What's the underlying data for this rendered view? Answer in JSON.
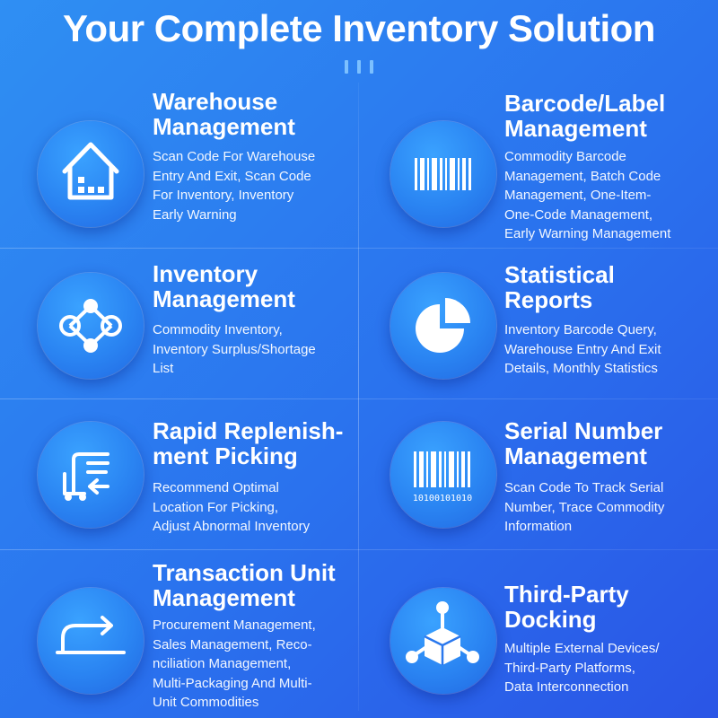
{
  "header": {
    "title": "Your Complete Inventory Solution"
  },
  "features": [
    {
      "title": "Warehouse\nManagement",
      "description": "Scan Code For Warehouse\nEntry And Exit, Scan Code\nFor Inventory, Inventory\nEarly Warning",
      "icon": "warehouse-icon"
    },
    {
      "title": "Barcode/Label\nManagement",
      "description": "Commodity Barcode\nManagement, Batch Code\nManagement, One-Item-\nOne-Code Management,\nEarly Warning Management",
      "icon": "barcode-icon"
    },
    {
      "title": "Inventory\nManagement",
      "description": "Commodity Inventory,\nInventory Surplus/Shortage\nList",
      "icon": "network-nodes-icon"
    },
    {
      "title": "Statistical\nReports",
      "description": "Inventory Barcode Query,\nWarehouse Entry And Exit\nDetails, Monthly Statistics",
      "icon": "pie-chart-icon"
    },
    {
      "title": "Rapid Replenish-\nment Picking",
      "description": "Recommend Optimal\nLocation For Picking,\nAdjust Abnormal Inventory",
      "icon": "picking-cart-icon"
    },
    {
      "title": "Serial Number\nManagement",
      "description": "Scan Code To Track Serial\nNumber, Trace Commodity\nInformation",
      "icon": "serial-barcode-icon",
      "icon_text": "10100101010"
    },
    {
      "title": "Transaction Unit\nManagement",
      "description": "Procurement Management,\nSales Management, Reco-\nnciliation Management,\nMulti-Packaging And Multi-\nUnit Commodities",
      "icon": "redirect-arrow-icon"
    },
    {
      "title": "Third-Party\nDocking",
      "description": "Multiple External Devices/\nThird-Party Platforms,\nData Interconnection",
      "icon": "cube-network-icon"
    }
  ],
  "colors": {
    "background_start": "#2f8ff3",
    "background_end": "#2a55e6",
    "accent_bars": "#7cc0ff",
    "text": "#ffffff"
  }
}
